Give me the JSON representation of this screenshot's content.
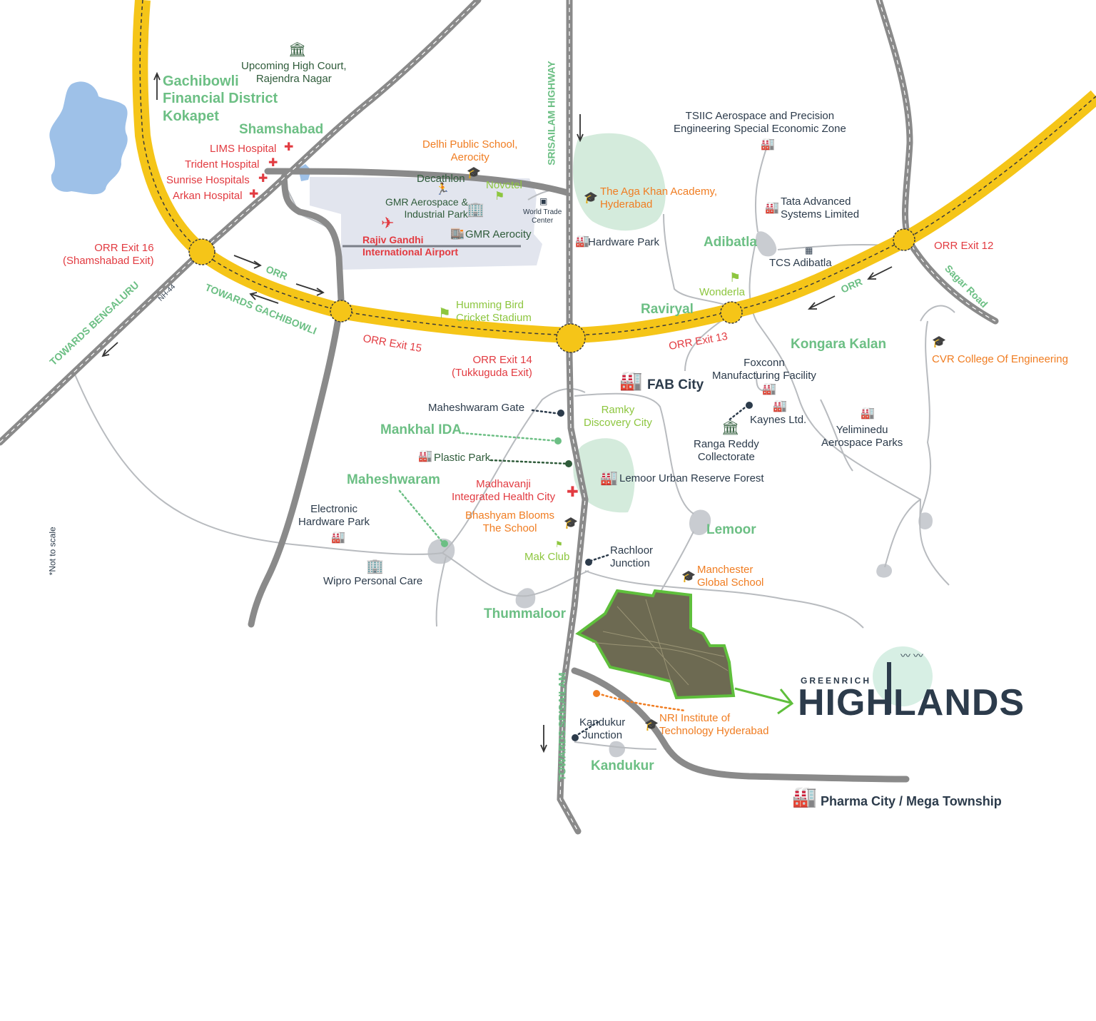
{
  "map": {
    "note": "*Not to scale",
    "brand": {
      "small": "GREENRICH",
      "big": "HIGHLANDS"
    },
    "roads": {
      "orr_west": "ORR",
      "orr_east": "ORR",
      "srisailam_highway": "SRISAILAM HIGHWAY",
      "towards_srisailam": "TOWARDS SRISAILAM",
      "towards_bengaluru": "TOWARDS BENGALURU",
      "towards_gachibowli": "TOWARDS GACHIBOWLI",
      "nh44": "NH-44",
      "sagar_road": "Sagar Road"
    },
    "exits": {
      "exit16": "ORR Exit 16\n(Shamshabad Exit)",
      "exit15": "ORR Exit 15",
      "exit14": "ORR Exit 14\n(Tukkuguda Exit)",
      "exit13": "ORR Exit 13",
      "exit12": "ORR Exit 12"
    },
    "areas": {
      "gachibowli": "Gachibowli\nFinancial District\nKokapet",
      "shamshabad": "Shamshabad",
      "adibatla": "Adibatla",
      "raviryal": "Raviryal",
      "kongara_kalan": "Kongara Kalan",
      "mankhal_ida": "Mankhal IDA",
      "maheshwaram": "Maheshwaram",
      "lemoor": "Lemoor",
      "thummaloor": "Thummaloor",
      "kandukur": "Kandukur"
    },
    "hospitals": {
      "lims": "LIMS Hospital",
      "trident": "Trident Hospital",
      "sunrise": "Sunrise  Hospitals",
      "arkan": "Arkan Hospital",
      "madhavanji": "Madhavanji\nIntegrated Health City"
    },
    "schools": {
      "dps": "Delhi Public School,\nAerocity",
      "aga_khan": "The Aga Khan Academy,\nHyderabad",
      "bhashyam": "Bhashyam Blooms\nThe School",
      "manchester": "Manchester\nGlobal School",
      "nri": "NRI Institute of\nTechnology Hyderabad",
      "cvr": "CVR College Of Engineering"
    },
    "leisure": {
      "novotel": "Novotel",
      "humming_bird": "Humming Bird\nCricket Stadium",
      "wonderla": "Wonderla",
      "ramky": "Ramky\nDiscovery City",
      "mak_club": "Mak Club"
    },
    "places": {
      "high_court": "Upcoming High Court,\nRajendra Nagar",
      "decathlon": "Decathlon",
      "gmr_aerospace": "GMR Aerospace &\nIndustrial Park",
      "gmr_aerocity": "GMR Aerocity",
      "airport": "Rajiv Gandhi\nInternational Airport",
      "wtc": "World Trade\nCenter",
      "hardware_park": "Hardware Park",
      "tsiic": "TSIIC Aerospace and Precision\nEngineering Special Economic Zone",
      "tata": "Tata Advanced\nSystems Limited",
      "tcs": "TCS Adibatla",
      "foxconn": "Foxconn\nManufacturing Facility",
      "fab_city": "FAB City",
      "kaynes": "Kaynes Ltd.",
      "ranga_reddy": "Ranga Reddy\nCollectorate",
      "yeliminedu": "Yeliminedu\nAerospace Parks",
      "maheshwaram_gate": "Maheshwaram Gate",
      "plastic_park": "Plastic Park",
      "lemoor_forest": "Lemoor Urban Reserve Forest",
      "electronic_hw": "Electronic\nHardware Park",
      "wipro": "Wipro Personal Care",
      "rachloor": "Rachloor\nJunction",
      "kandukur_jn": "Kandukur\nJunction",
      "pharma": "Pharma City / Mega Township"
    },
    "colors": {
      "orr": "#f5c518",
      "road": "#8a8a8a",
      "green_label": "#6cbf84",
      "red_label": "#e23b41",
      "orange_label": "#f07d22",
      "dark_label": "#2c3b4b",
      "water": "#9ec1e8",
      "forest": "#d4ebdc",
      "airport_zone": "#e2e5ee"
    }
  }
}
